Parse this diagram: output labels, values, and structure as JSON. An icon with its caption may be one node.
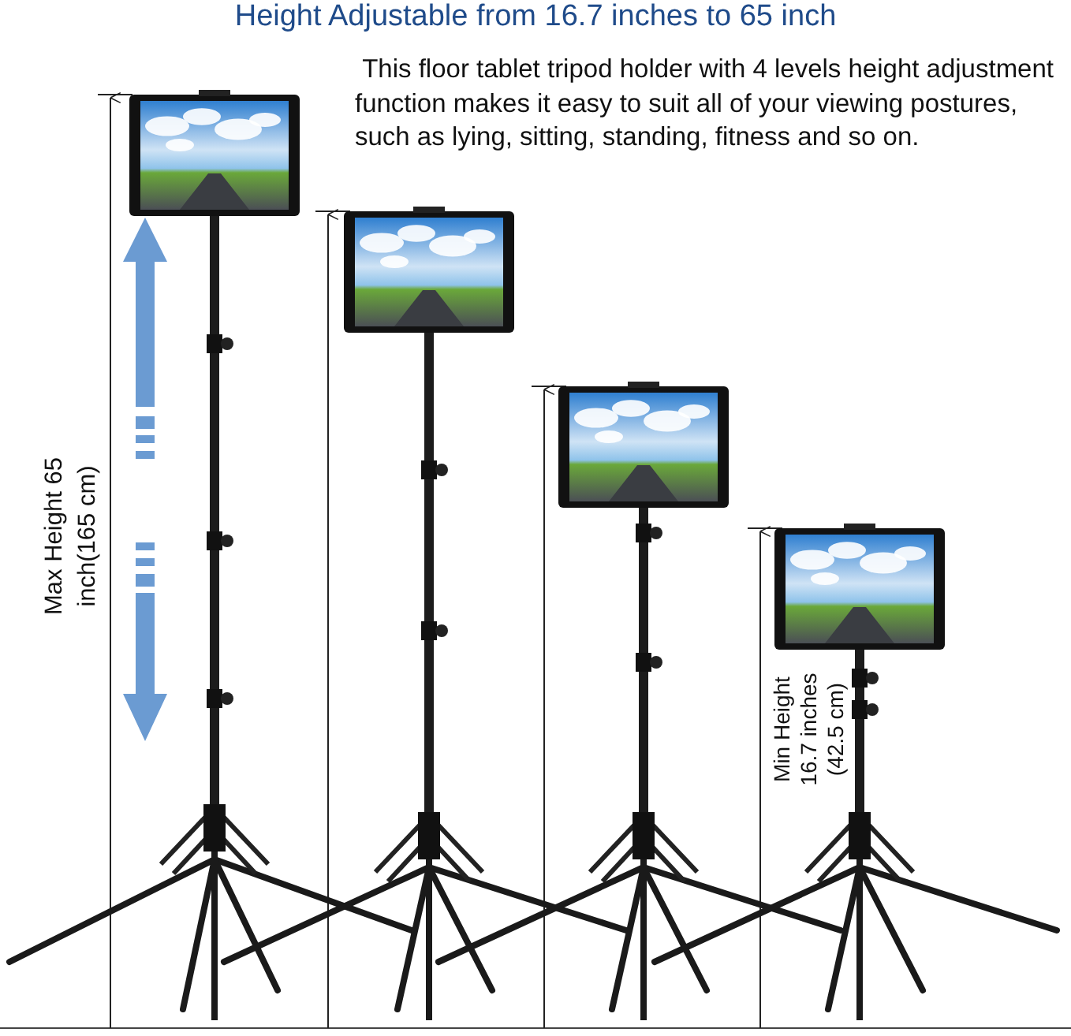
{
  "diagram": {
    "title": "Height Adjustable from 16.7 inches to 65 inch",
    "labels": [
      " This floor tablet tripod holder with 4 levels height adjustment function makes it easy to suit all of your viewing postures, such as lying, sitting, standing, fitness and so on.",
      "Max Height 65 inch(165 cm)",
      "Min Height 16.7 inches (42.5 cm)"
    ]
  }
}
